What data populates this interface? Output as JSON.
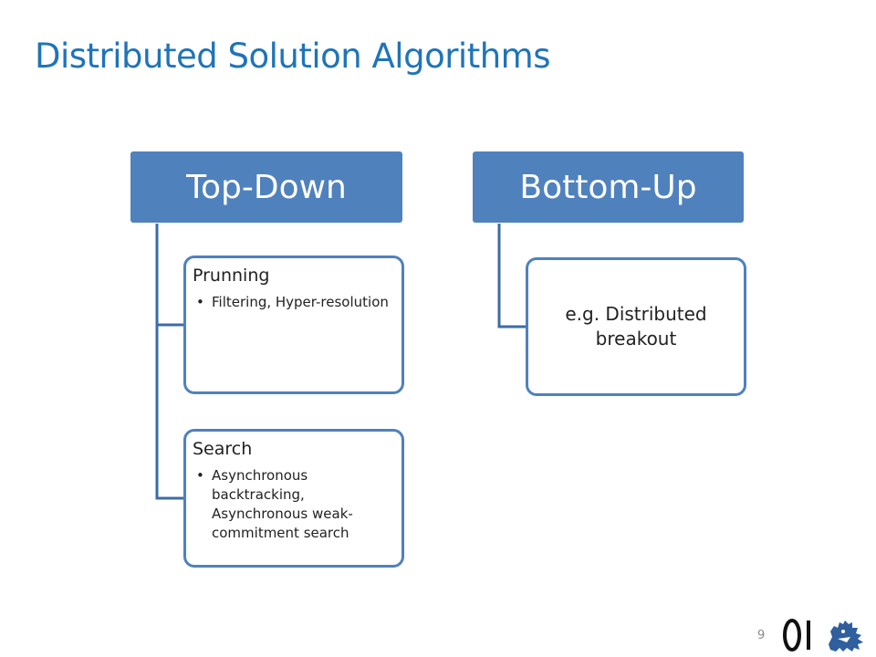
{
  "slide": {
    "title": "Distributed Solution Algorithms",
    "page_number": "9",
    "logo_text": "OI"
  },
  "diagram": {
    "top_down": {
      "header": "Top-Down",
      "children": [
        {
          "title": "Prunning",
          "bullets": [
            "Filtering, Hyper-resolution"
          ]
        },
        {
          "title": "Search",
          "bullets": [
            "Asynchronous backtracking, Asynchronous weak-commitment search"
          ]
        }
      ]
    },
    "bottom_up": {
      "header": "Bottom-Up",
      "children": [
        {
          "text": "e.g. Distributed breakout"
        }
      ]
    }
  },
  "colors": {
    "title": "#1f74b8",
    "header_fill": "#4f81bd",
    "box_border": "#4f81bd",
    "connector": "#3c6ca8"
  }
}
